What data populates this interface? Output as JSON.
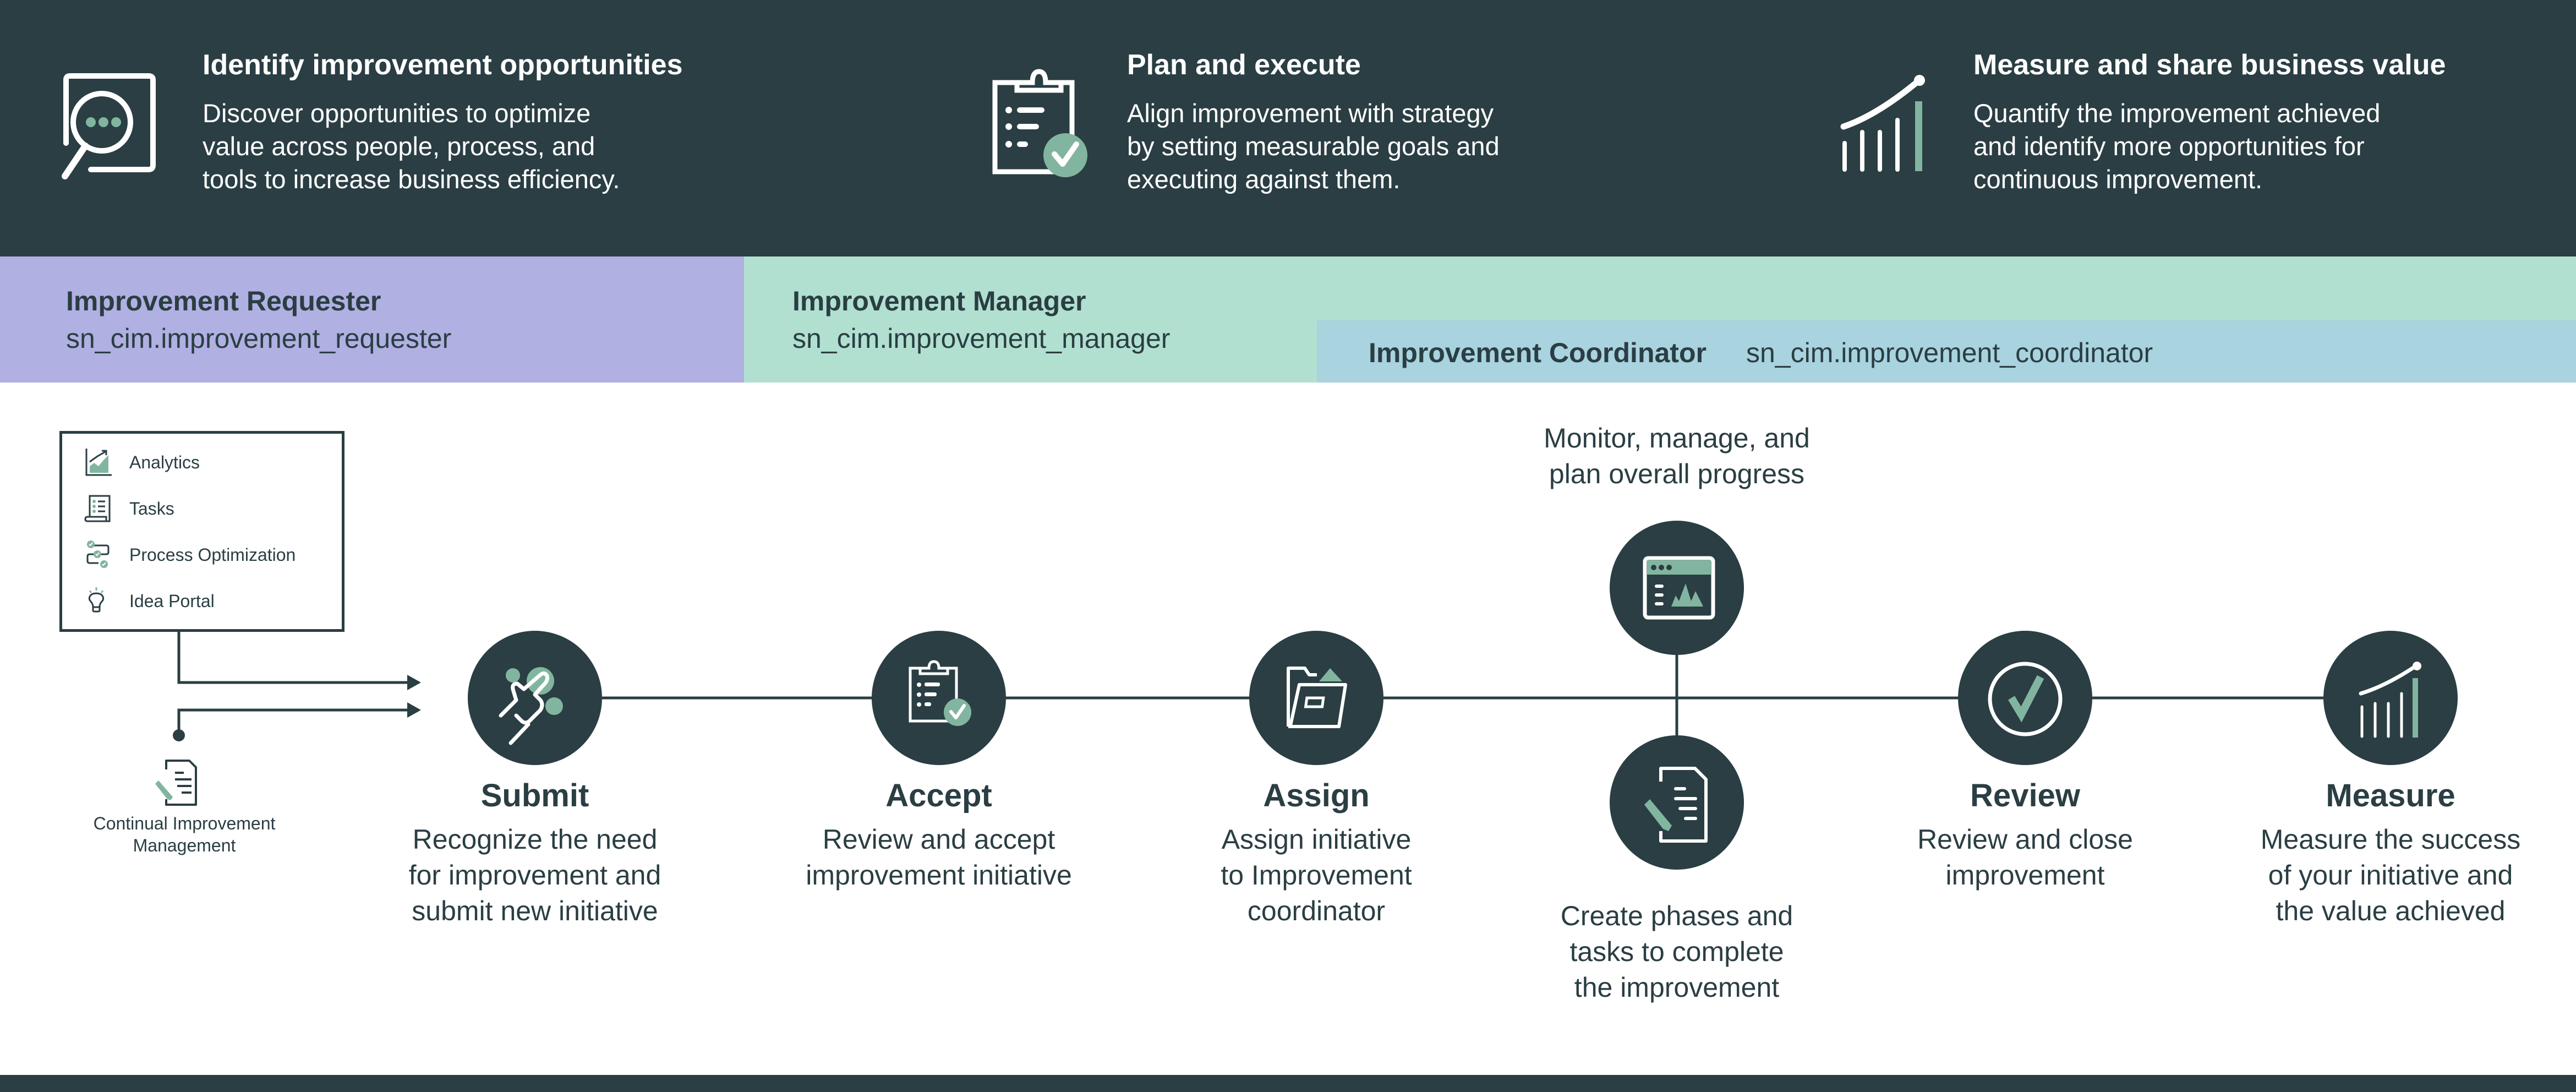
{
  "colors": {
    "dark": "#2a3e43",
    "accent": "#82b59f",
    "requester_band": "#b0b0e2",
    "manager_band": "#b1e0d0",
    "coordinator_band": "#a8d3df",
    "white": "#ffffff"
  },
  "header": {
    "columns": [
      {
        "icon": "magnifier-document-icon",
        "title": "Identify improvement opportunities",
        "description": "Discover opportunities to optimize\nvalue across people, process, and\ntools to increase business efficiency."
      },
      {
        "icon": "clipboard-check-icon",
        "title": "Plan and execute",
        "description": "Align improvement with strategy\nby setting measurable goals and\nexecuting against them."
      },
      {
        "icon": "growth-chart-icon",
        "title": "Measure and share business value",
        "description": "Quantify the improvement achieved\nand identify more opportunities for\ncontinuous improvement."
      }
    ]
  },
  "roles": {
    "requester": {
      "name": "Improvement Requester",
      "code": "sn_cim.improvement_requester"
    },
    "manager": {
      "name": "Improvement Manager",
      "code": "sn_cim.improvement_manager"
    },
    "coordinator": {
      "name": "Improvement Coordinator",
      "code": "sn_cim.improvement_coordinator"
    }
  },
  "tools": {
    "items": [
      {
        "icon": "analytics-icon",
        "label": "Analytics"
      },
      {
        "icon": "tasks-icon",
        "label": "Tasks"
      },
      {
        "icon": "process-optimization-icon",
        "label": "Process Optimization"
      },
      {
        "icon": "lightbulb-icon",
        "label": "Idea Portal"
      }
    ],
    "source": {
      "icon": "document-edit-icon",
      "label": "Continual Improvement\nManagement"
    }
  },
  "steps": [
    {
      "icon": "hand-touch-icon",
      "title": "Submit",
      "description": "Recognize the need\nfor improvement and\nsubmit new initiative"
    },
    {
      "icon": "clipboard-check-icon",
      "title": "Accept",
      "description": "Review and accept\nimprovement initiative"
    },
    {
      "icon": "folder-icon",
      "title": "Assign",
      "description": "Assign initiative\nto Improvement\ncoordinator"
    },
    {
      "icon": "check-circle-icon",
      "title": "Review",
      "description": "Review and close\nimprovement"
    },
    {
      "icon": "growth-chart-icon",
      "title": "Measure",
      "description": "Measure the success\nof your initiative and\nthe value achieved"
    }
  ],
  "branch": {
    "monitor": {
      "icon": "dashboard-window-icon",
      "text": "Monitor, manage, and\nplan overall progress"
    },
    "create": {
      "icon": "document-edit-icon",
      "text": "Create phases and\ntasks to complete\nthe improvement"
    }
  }
}
